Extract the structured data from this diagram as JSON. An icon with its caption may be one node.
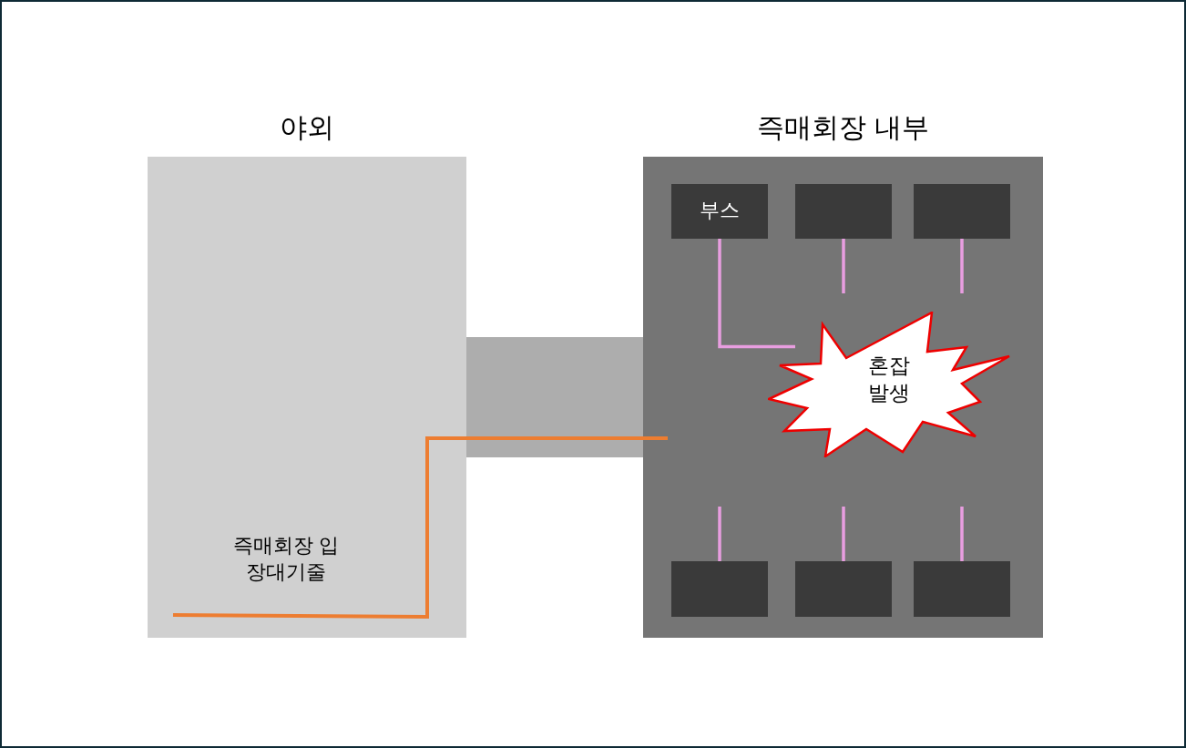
{
  "diagram": {
    "nodes": [
      {
        "text": [
          "야외"
        ]
      },
      {
        "text": [
          "즉매회장 내부"
        ]
      },
      {
        "text": [],
        "shape": "box"
      },
      {
        "text": [
          "부스"
        ],
        "in": 1
      },
      {
        "text": [],
        "shape": "box",
        "in": 1
      },
      {
        "text": [],
        "shape": "box",
        "in": 1
      },
      {
        "text": [
          "혼잡 발생"
        ],
        "in": 1
      },
      {
        "text": [],
        "shape": "box",
        "in": 1
      },
      {
        "text": [],
        "shape": "box",
        "in": 1
      },
      {
        "text": [],
        "shape": "box",
        "in": 1
      }
    ],
    "edges": [
      {
        "from": 3,
        "to": 6,
        "arrow": "none"
      },
      {
        "from": 4,
        "to": null,
        "arrow": "none"
      },
      {
        "from": 5,
        "to": null,
        "arrow": "none"
      },
      {
        "from": 7,
        "to": null,
        "arrow": "none"
      },
      {
        "from": 8,
        "to": null,
        "arrow": "none"
      },
      {
        "from": 9,
        "to": null,
        "arrow": "none"
      }
    ],
    "labels": [
      "즉매회장 입장대기줄"
    ]
  }
}
